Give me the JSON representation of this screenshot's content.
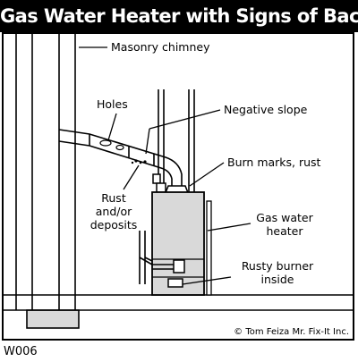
{
  "title": "Gas Water Heater with Signs of Backdrafting",
  "labels": {
    "masonry_chimney": "Masonry chimney",
    "holes": "Holes",
    "negative_slope": "Negative slope",
    "burn_marks": "Burn marks, rust",
    "rust_line1": "Rust",
    "rust_line2": "and/or",
    "rust_line3": "deposits",
    "gas_water_line1": "Gas water",
    "gas_water_line2": "heater",
    "rusty_burner_line1": "Rusty burner",
    "rusty_burner_line2": "inside"
  },
  "credit": "© Tom Feiza Mr. Fix-It Inc.",
  "code": "W006",
  "colors": {
    "ink": "#000000",
    "heater_fill": "#d9d9d9",
    "paper": "#ffffff"
  }
}
